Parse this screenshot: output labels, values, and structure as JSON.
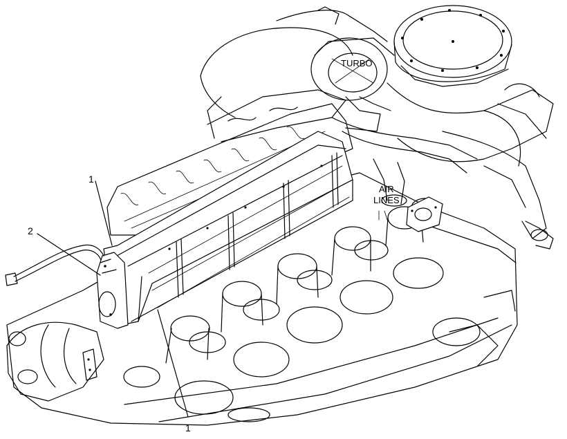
{
  "labels": {
    "turbo": "TURBO",
    "air_line1": "AIR",
    "air_line2": "LINES"
  },
  "callouts": {
    "top_aftercooler": "1",
    "housing": "2",
    "bottom_aftercooler": "1"
  },
  "colors": {
    "line": "#000000",
    "background": "#ffffff"
  }
}
